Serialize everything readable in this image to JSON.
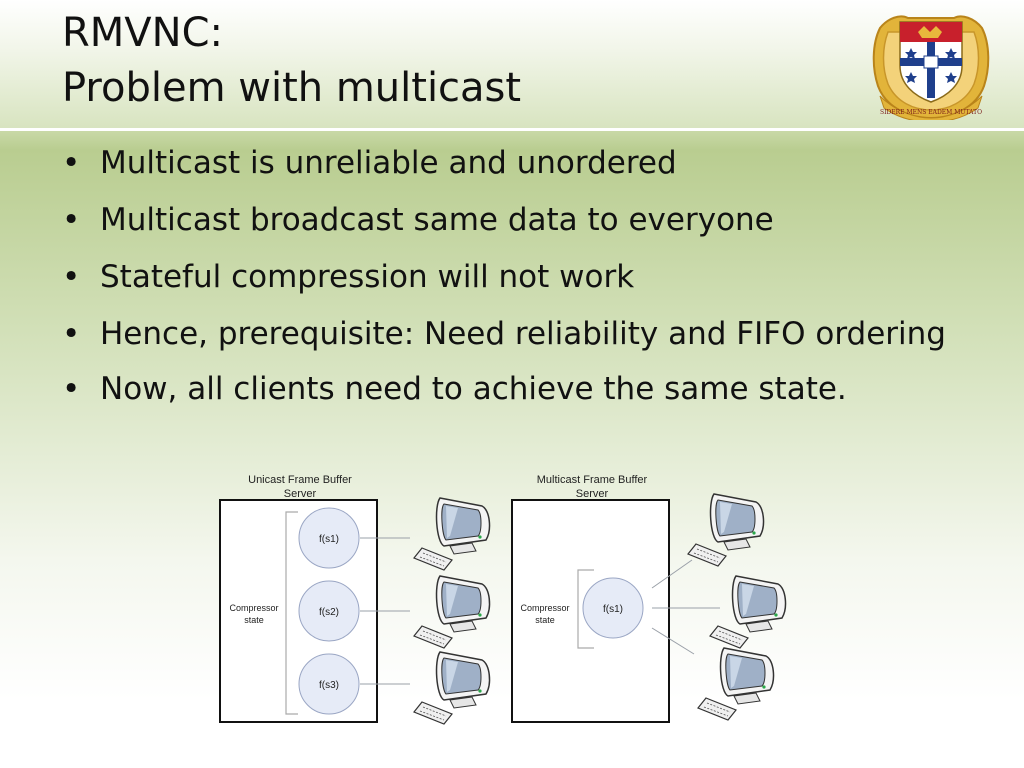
{
  "title": {
    "line1": "RMVNC:",
    "line2": "Problem with multicast"
  },
  "logo": {
    "motto": "SIDERE MENS EADEM MUTATO",
    "colors": {
      "gold": "#d9a521",
      "red": "#c8202c",
      "blue": "#1f3f8c",
      "white": "#ffffff"
    }
  },
  "bullets": [
    "Multicast is unreliable and unordered",
    "Multicast broadcast same data to everyone",
    "Stateful compression will not work",
    "Hence, prerequisite: Need reliability and FIFO ordering",
    "Now, all clients need to achieve the same state."
  ],
  "diagram": {
    "unicast": {
      "title_line1": "Unicast Frame Buffer",
      "title_line2": "Server",
      "state_line1": "Compressor",
      "state_line2": "state",
      "nodes": [
        "f(s1)",
        "f(s2)",
        "f(s3)"
      ]
    },
    "multicast": {
      "title_line1": "Multicast Frame Buffer",
      "title_line2": "Server",
      "state_line1": "Compressor",
      "state_line2": "state",
      "nodes": [
        "f(s1)"
      ]
    },
    "colors": {
      "node_fill": "#e6ebf7",
      "node_stroke": "#9aa6c4",
      "line": "#9aa0a8"
    }
  }
}
